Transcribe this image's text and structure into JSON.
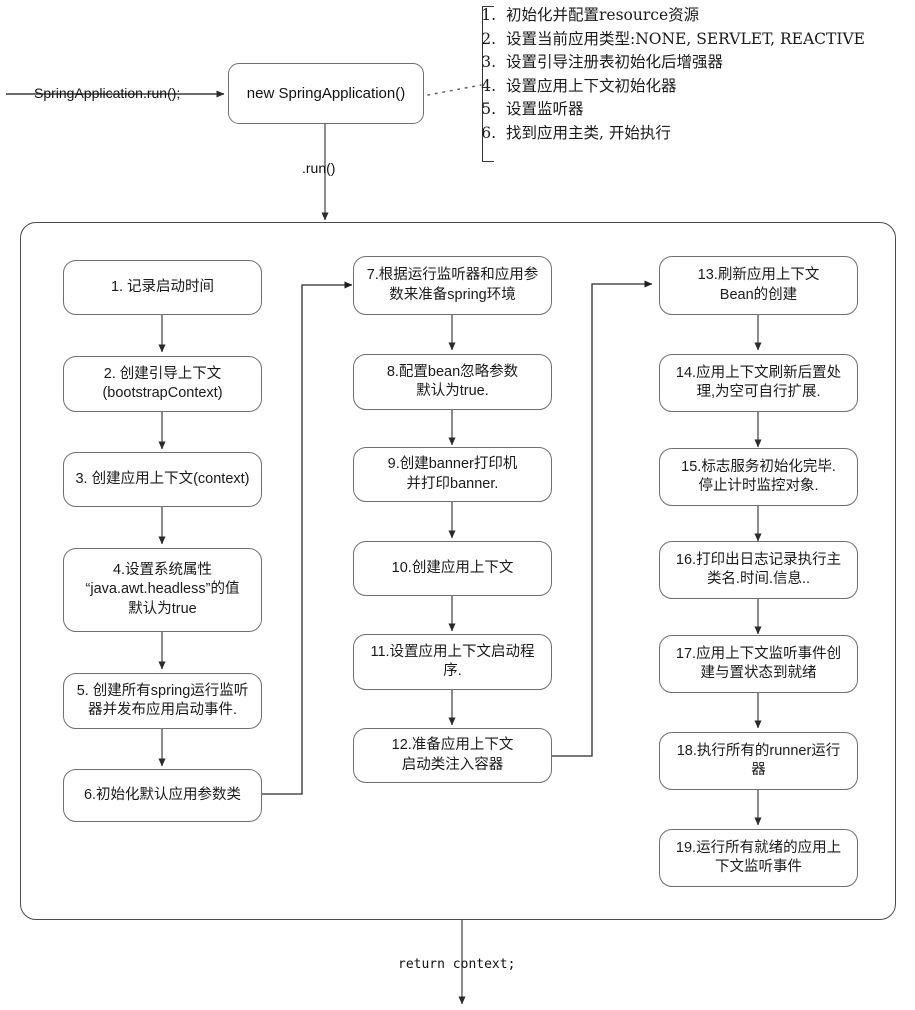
{
  "diagram": {
    "title": "SpringApplication.run() flow",
    "entry_label": "SpringApplication.run();",
    "constructor_box": "new SpringApplication()",
    "run_label": ".run()",
    "return_label": "return context;",
    "colors": {
      "node_border": "#6f6f6f",
      "frame_border": "#4a4a4a",
      "wire": "#3b3b3b",
      "text": "#1a1a1a"
    }
  },
  "constructor_notes": [
    {
      "num": "1.",
      "text": "初始化并配置resource资源"
    },
    {
      "num": "2.",
      "text": "设置当前应用类型:NONE, SERVLET, REACTIVE"
    },
    {
      "num": "3.",
      "text": "设置引导注册表初始化后增强器"
    },
    {
      "num": "4.",
      "text": "设置应用上下文初始化器"
    },
    {
      "num": "5.",
      "text": "设置监听器"
    },
    {
      "num": "6.",
      "text": "找到应用主类, 开始执行"
    }
  ],
  "columns": [
    {
      "name": "column-1",
      "steps": [
        {
          "id": "step-1",
          "text": "1. 记录启动时间"
        },
        {
          "id": "step-2",
          "text": "2. 创建引导上下文\n(bootstrapContext)"
        },
        {
          "id": "step-3",
          "text": "3. 创建应用上下文(context)"
        },
        {
          "id": "step-4",
          "text": "4.设置系统属性\n“java.awt.headless”的值\n默认为true"
        },
        {
          "id": "step-5",
          "text": "5. 创建所有spring运行监听\n器并发布应用启动事件."
        },
        {
          "id": "step-6",
          "text": "6.初始化默认应用参数类"
        }
      ]
    },
    {
      "name": "column-2",
      "steps": [
        {
          "id": "step-7",
          "text": "7.根据运行监听器和应用参\n数来准备spring环境"
        },
        {
          "id": "step-8",
          "text": "8.配置bean忽略参数\n默认为true."
        },
        {
          "id": "step-9",
          "text": "9.创建banner打印机\n并打印banner."
        },
        {
          "id": "step-10",
          "text": "10.创建应用上下文"
        },
        {
          "id": "step-11",
          "text": "11.设置应用上下文启动程\n序."
        },
        {
          "id": "step-12",
          "text": "12.准备应用上下文\n启动类注入容器"
        }
      ]
    },
    {
      "name": "column-3",
      "steps": [
        {
          "id": "step-13",
          "text": "13.刷新应用上下文\nBean的创建"
        },
        {
          "id": "step-14",
          "text": "14.应用上下文刷新后置处\n理,为空可自行扩展."
        },
        {
          "id": "step-15",
          "text": "15.标志服务初始化完毕.\n停止计时监控对象."
        },
        {
          "id": "step-16",
          "text": "16.打印出日志记录执行主\n类名.时间.信息.."
        },
        {
          "id": "step-17",
          "text": "17.应用上下文监听事件创\n建与置状态到就绪"
        },
        {
          "id": "step-18",
          "text": "18.执行所有的runner运行\n器"
        },
        {
          "id": "step-19",
          "text": "19.运行所有就绪的应用上\n下文监听事件"
        }
      ]
    }
  ]
}
